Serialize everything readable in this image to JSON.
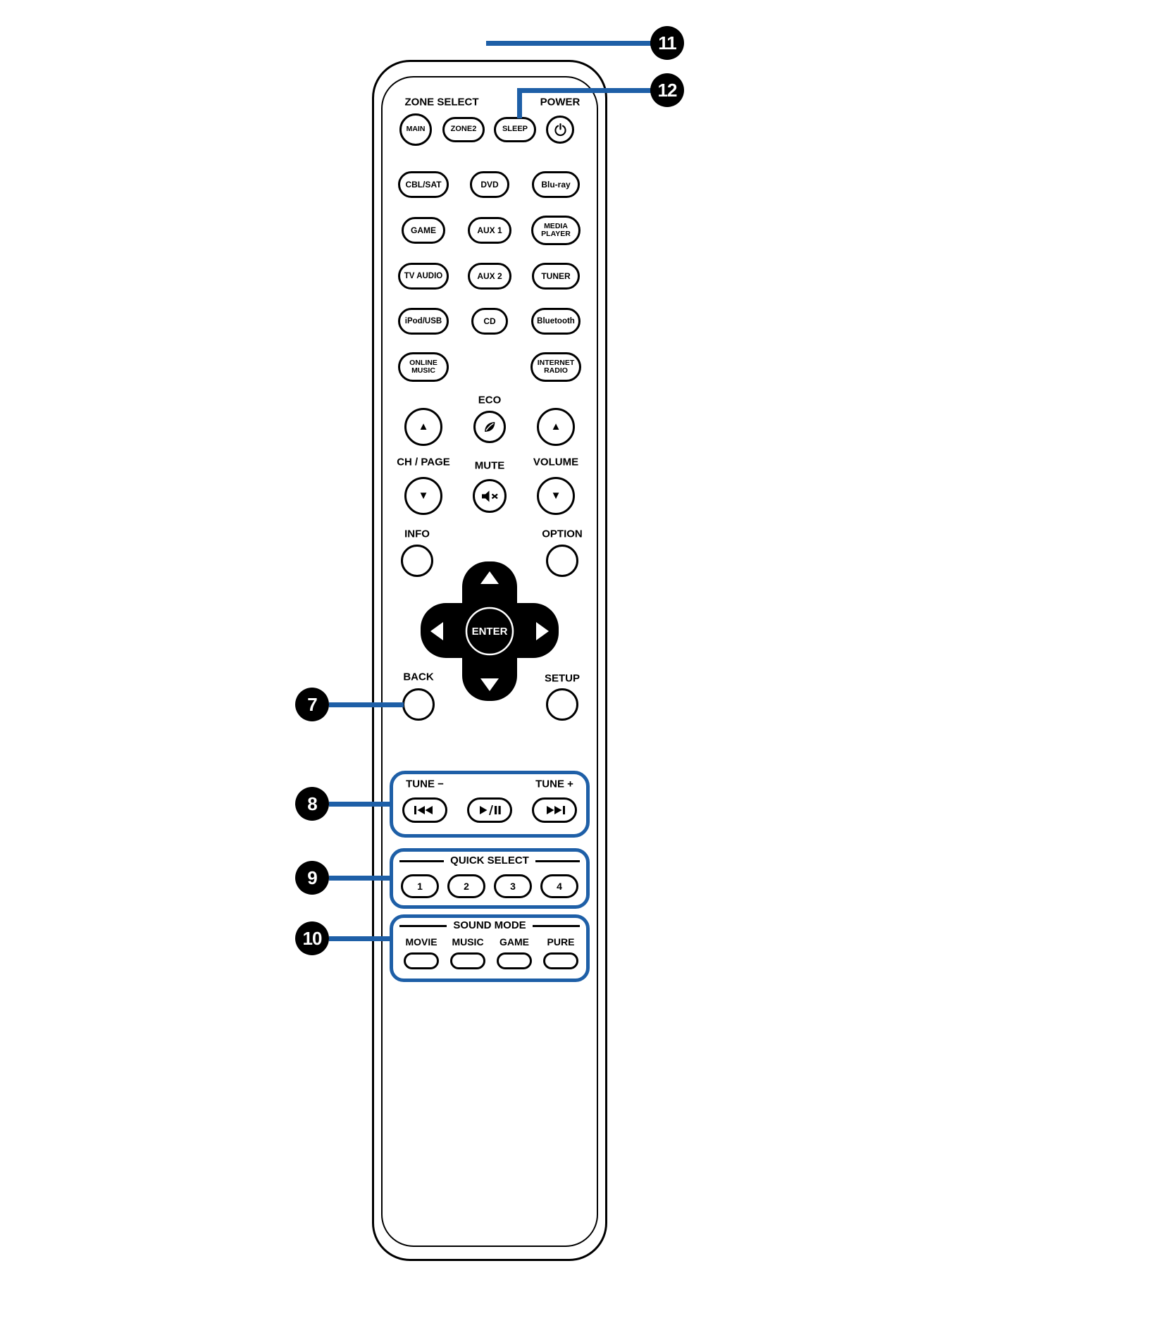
{
  "annotation": {
    "line_color": "#1e5fa7",
    "numbers": {
      "n7": "7",
      "n8": "8",
      "n9": "9",
      "n10": "10",
      "n11": "11",
      "n12": "12"
    }
  },
  "zone": {
    "zone_select": "ZONE SELECT",
    "power": "POWER",
    "main": "MAIN",
    "zone2": "ZONE2",
    "sleep": "SLEEP"
  },
  "sources": {
    "cbl_sat": "CBL/SAT",
    "dvd": "DVD",
    "bluray": "Blu-ray",
    "game": "GAME",
    "aux1": "AUX 1",
    "media_player": "MEDIA\nPLAYER",
    "tv_audio": "TV AUDIO",
    "aux2": "AUX 2",
    "tuner": "TUNER",
    "ipod_usb": "iPod/USB",
    "cd": "CD",
    "bluetooth": "Bluetooth",
    "online_music": "ONLINE\nMUSIC",
    "internet_radio": "INTERNET\nRADIO"
  },
  "mid": {
    "eco": "ECO",
    "ch_page": "CH / PAGE",
    "volume": "VOLUME",
    "mute": "MUTE",
    "info": "INFO",
    "option": "OPTION",
    "enter": "ENTER",
    "back": "BACK",
    "setup": "SETUP",
    "up_glyph": "▲",
    "down_glyph": "▼"
  },
  "transport": {
    "tune_minus": "TUNE −",
    "tune_plus": "TUNE +"
  },
  "quick_select": {
    "title": "QUICK SELECT",
    "b1": "1",
    "b2": "2",
    "b3": "3",
    "b4": "4"
  },
  "sound_mode": {
    "title": "SOUND MODE",
    "movie": "MOVIE",
    "music": "MUSIC",
    "game": "GAME",
    "pure": "PURE"
  }
}
